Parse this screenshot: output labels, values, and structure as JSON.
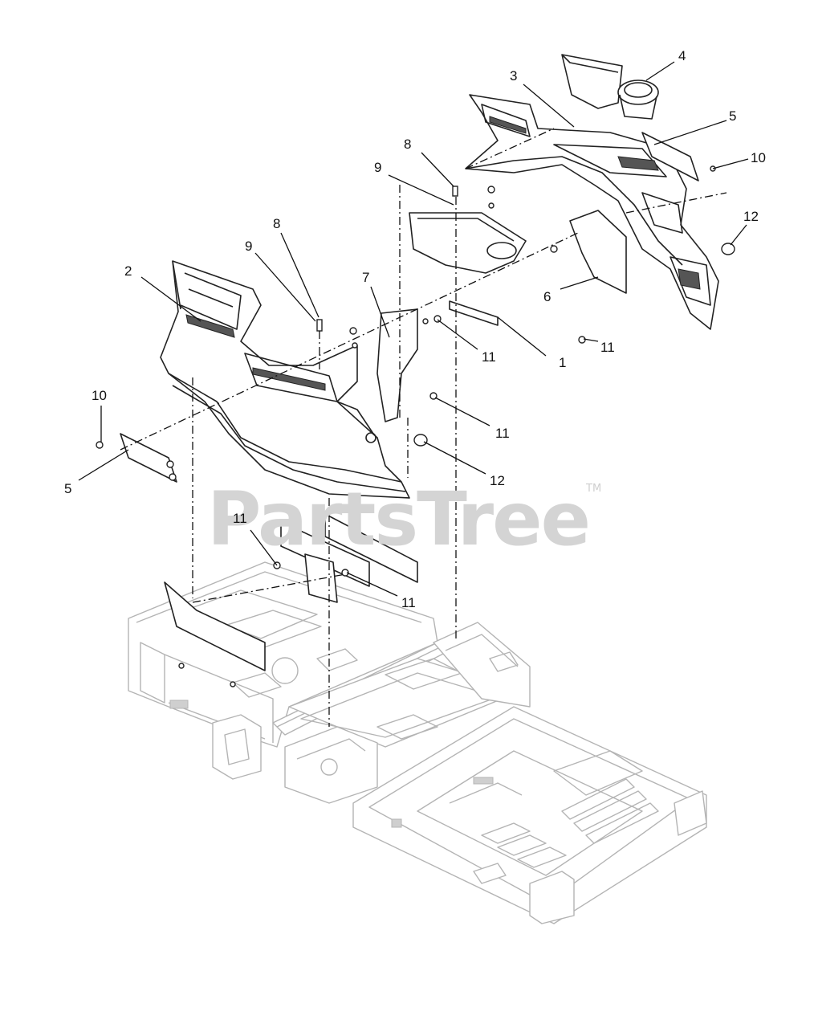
{
  "watermark": {
    "text": "PartsTree",
    "trademark": "TM"
  },
  "callouts": {
    "c1": "1",
    "c2": "2",
    "c3": "3",
    "c4": "4",
    "c5_right": "5",
    "c5_left": "5",
    "c6": "6",
    "c7": "7",
    "c8_right": "8",
    "c8_left": "8",
    "c9_right": "9",
    "c9_left": "9",
    "c10_right": "10",
    "c10_left": "10",
    "c11_a": "11",
    "c11_b": "11",
    "c11_c": "11",
    "c11_d": "11",
    "c11_e": "11",
    "c12_right": "12",
    "c12_left": "12"
  },
  "colors": {
    "line": "#222222",
    "frame": "#b4b4b4",
    "watermark": "#d4d4d4"
  }
}
